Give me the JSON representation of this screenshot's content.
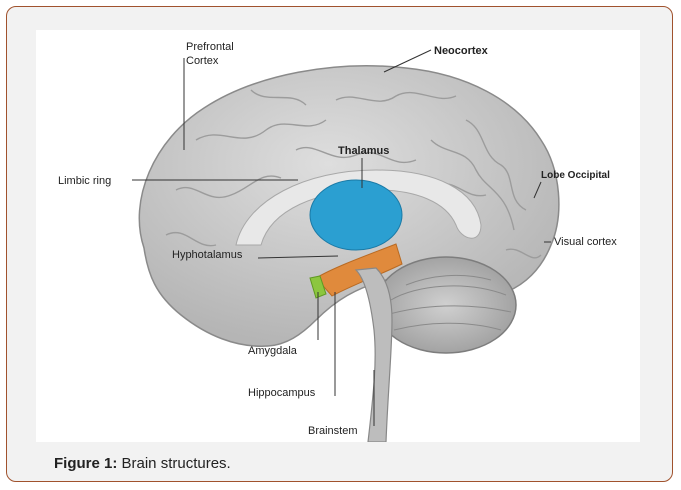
{
  "labels": {
    "prefrontal_line1": "Prefrontal",
    "prefrontal_line2": "Cortex",
    "neocortex": "Neocortex",
    "limbic_ring": "Limbic ring",
    "thalamus": "Thalamus",
    "lobe_occipital": "Lobe Occipital",
    "hyphotalamus": "Hyphotalamus",
    "visual_cortex": "Visual cortex",
    "amygdala": "Amygdala",
    "hippocampus": "Hippocampus",
    "brainstem": "Brainstem"
  },
  "caption": {
    "prefix": "Figure 1:",
    "text": " Brain structures."
  },
  "colors": {
    "frame_border": "#a0522d",
    "thalamus": "#2b9fd1",
    "hippocampus": "#e08a3c",
    "amygdala": "#8cc63f",
    "brain": "#c9c9c9"
  }
}
